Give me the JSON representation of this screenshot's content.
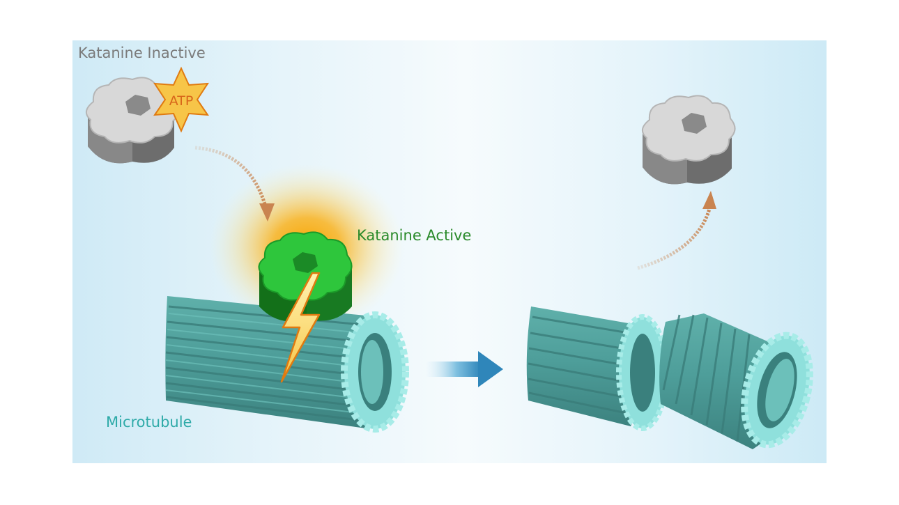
{
  "labels": {
    "katanine_inactive": "Katanine Inactive",
    "katanine_active": "Katanine Active",
    "microtubule": "Microtubule",
    "atp": "ATP"
  },
  "colors": {
    "inactive_gray": "#9a9a9a",
    "active_green": "#1fa82e",
    "microtubule_teal": "#4e9e9a",
    "microtubule_rim": "#8fe0dc",
    "arrow_brown": "#c98450",
    "process_arrow_blue": "#3f93c4",
    "glow_yellow": "#f9b21e",
    "atp_star": "#f7c548"
  }
}
